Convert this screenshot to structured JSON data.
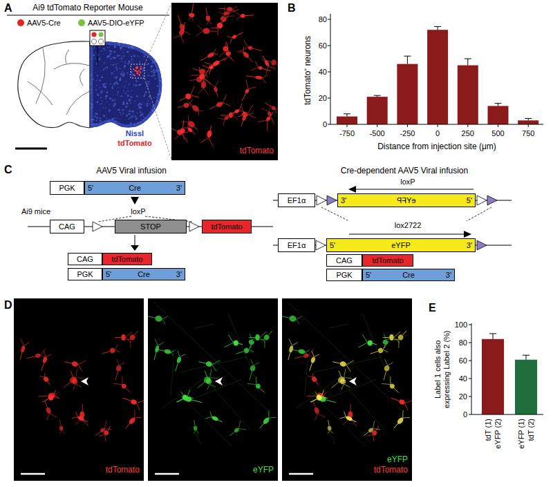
{
  "diagram": {
    "nodes": [
      {
        "text": [
          "PGK"
        ]
      },
      {
        "text": [
          "5'",
          "Cre",
          "3'"
        ]
      },
      {
        "text": [
          "CAG"
        ]
      },
      {
        "text": [
          "STOP"
        ]
      },
      {
        "text": [
          "tdTomato"
        ]
      },
      {
        "text": [
          "CAG"
        ]
      },
      {
        "text": [
          "tdTomato"
        ]
      },
      {
        "text": [
          "PGK"
        ]
      },
      {
        "text": [
          "5'",
          "Cre",
          "3'"
        ]
      },
      {
        "text": [
          "EF1α"
        ]
      },
      {
        "text": [
          "3'",
          "eYFP",
          "5'"
        ]
      },
      {
        "text": [
          "EF1α"
        ]
      },
      {
        "text": [
          "5'",
          "eYFP",
          "3'"
        ]
      },
      {
        "text": [
          "CAG"
        ]
      },
      {
        "text": [
          "tdTomato"
        ]
      },
      {
        "text": [
          "PGK"
        ]
      },
      {
        "text": [
          "5'",
          "Cre",
          "3'"
        ]
      }
    ],
    "labels": [
      "A",
      "Ai9 tdTomato Reporter Mouse",
      "Nissl",
      "tdTomato",
      "tdTomato",
      "B",
      "tdTomato⁺ neurons",
      "0",
      "20",
      "40",
      "60",
      "80",
      "-750",
      "-500",
      "-250",
      "0",
      "250",
      "500",
      "750",
      "Distance from injection site (μm)",
      "C",
      "AAV5 Viral infusion",
      "Ai9 mice",
      "loxP",
      "Cre-dependent AAV5 Viral infusion",
      "loxP",
      "lox2722",
      "D",
      "tdTomato",
      "eYFP",
      "eYFP",
      "tdTomato",
      "E",
      "Label 1 cells also expressing Label 2 (%)",
      "0",
      "20",
      "40",
      "60",
      "80",
      "100",
      "tdT (1)",
      "eYFP (2)",
      "eYFP (1)",
      "tdT (2)"
    ],
    "legend": [
      {
        "text": "AAV5-Cre",
        "color": "#e8231f"
      },
      {
        "text": "AAV5-DIO-eYFP",
        "color": "#7cc242"
      }
    ]
  }
}
